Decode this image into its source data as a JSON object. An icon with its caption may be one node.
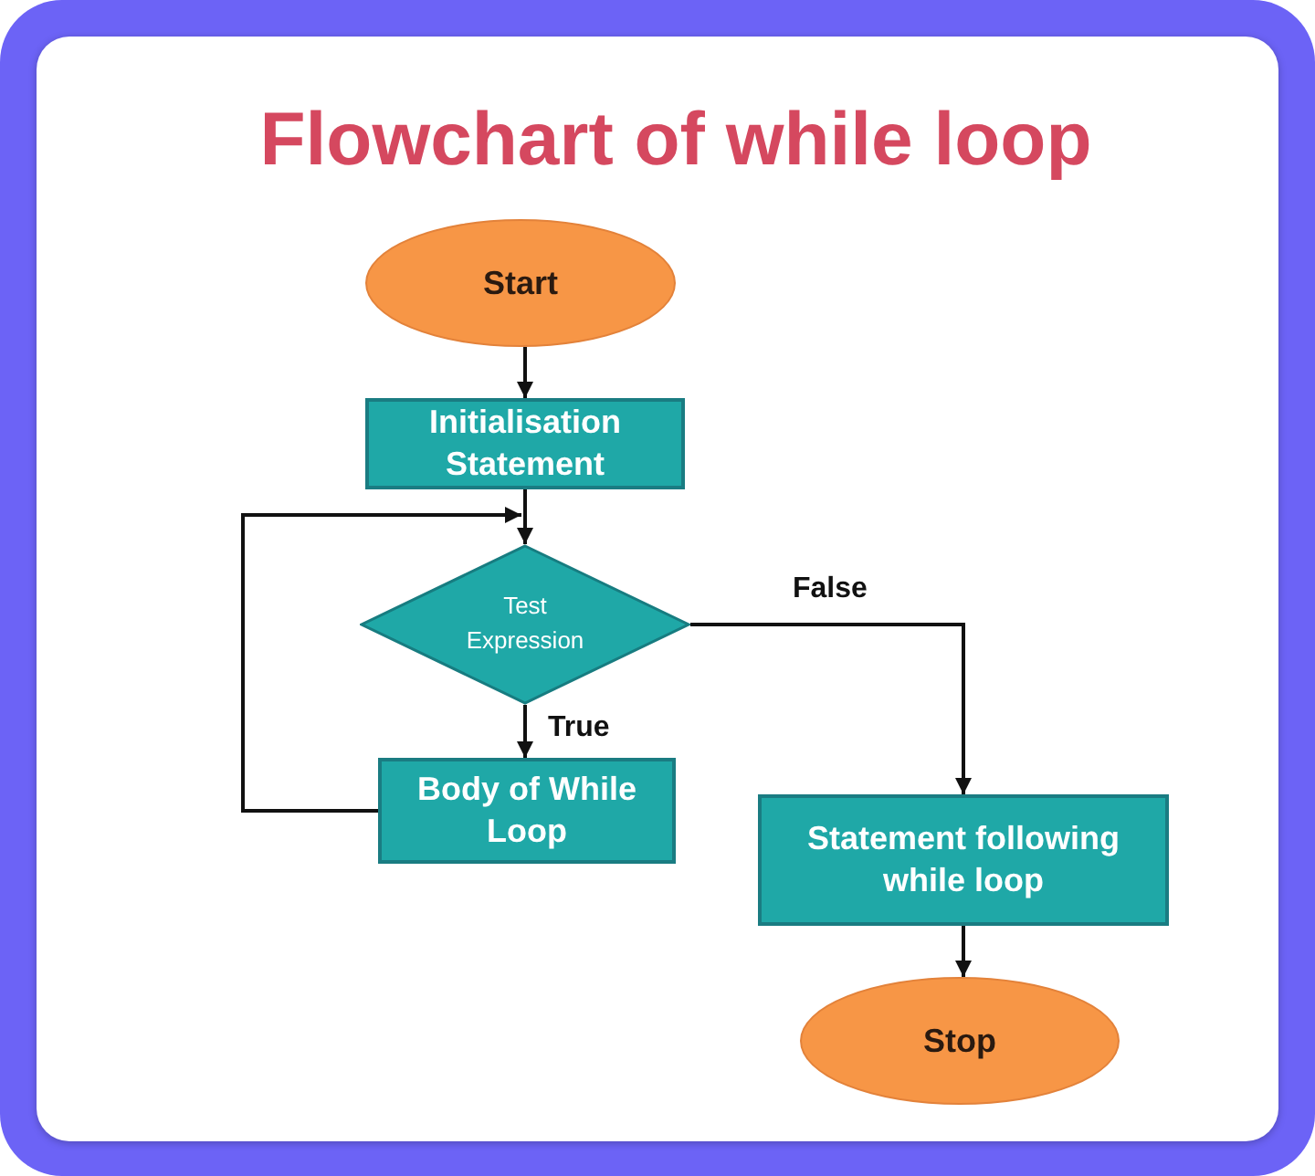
{
  "diagram": {
    "title": "Flowchart of while loop",
    "nodes": [
      {
        "text": [
          "Start"
        ]
      },
      {
        "text": [
          "Initialisation Statement"
        ]
      },
      {
        "text": [
          "Test Expression"
        ]
      },
      {
        "text": [
          "Body of While Loop"
        ]
      },
      {
        "text": [
          "Statement following while loop"
        ]
      },
      {
        "text": [
          "Stop"
        ]
      }
    ],
    "edges": [
      {
        "from": 0,
        "to": 1,
        "arrow": "to"
      },
      {
        "from": 1,
        "to": 2,
        "arrow": "to"
      },
      {
        "from": 2,
        "to": 3,
        "arrow": "to",
        "label": "True"
      },
      {
        "from": 3,
        "to": 2,
        "arrow": "to"
      },
      {
        "from": 2,
        "to": 4,
        "arrow": "to",
        "label": "False"
      },
      {
        "from": 4,
        "to": 5,
        "arrow": "to"
      }
    ]
  }
}
